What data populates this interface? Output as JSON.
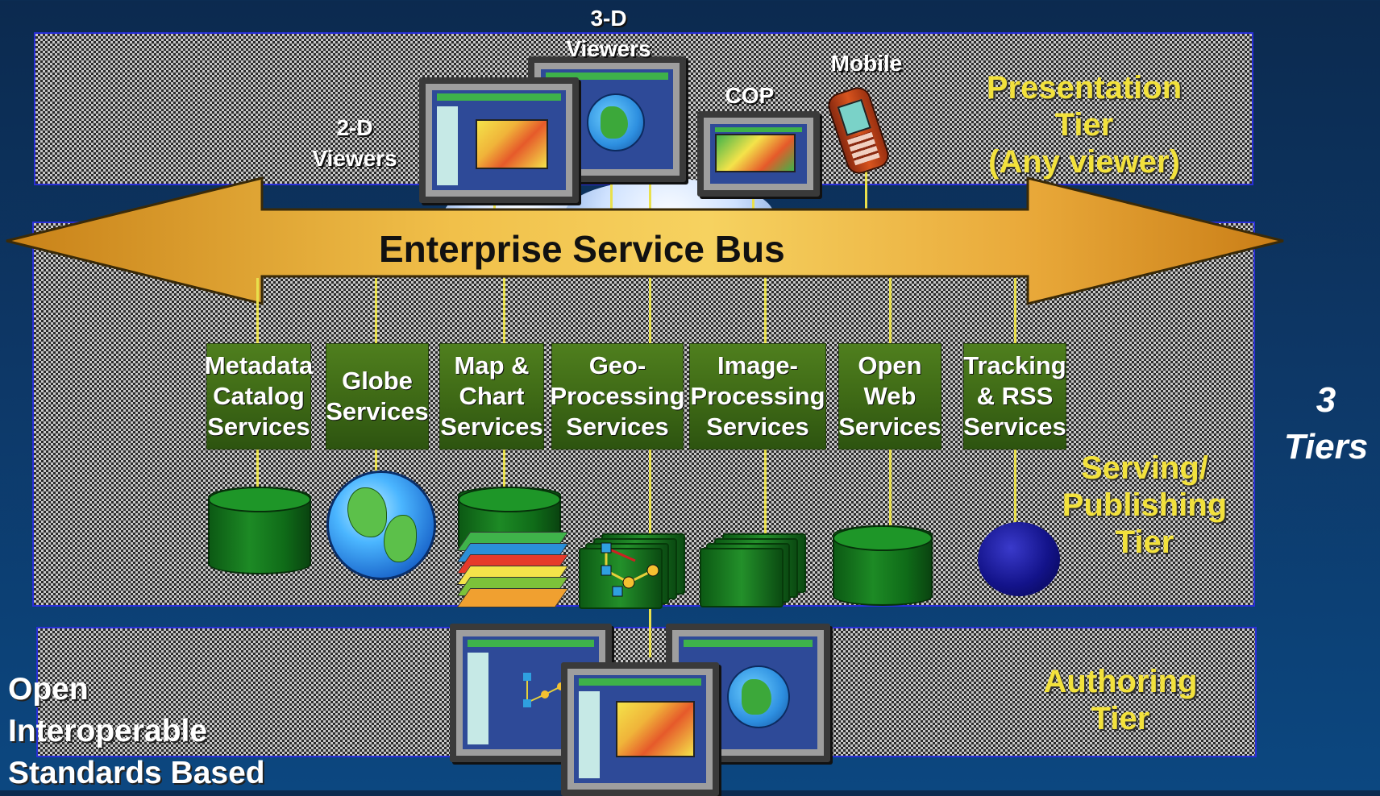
{
  "presentation": {
    "tier_label": "Presentation\nTier\n(Any viewer)",
    "viewers_3d": "3-D\nViewers",
    "viewers_2d": "2-D\nViewers",
    "cop": "COP",
    "mobile": "Mobile"
  },
  "bus": {
    "label": "Enterprise Service Bus"
  },
  "serving": {
    "tier_label": "Serving/\nPublishing\nTier",
    "services": [
      "Metadata\nCatalog\nServices",
      "Globe\nServices",
      "Map &\nChart\nServices",
      "Geo-\nProcessing\nServices",
      "Image-\nProcessing\nServices",
      "Open\nWeb\nServices",
      "Tracking\n& RSS\nServices"
    ]
  },
  "authoring": {
    "tier_label": "Authoring\nTier"
  },
  "side": {
    "three_tiers": "3\nTiers"
  },
  "footer": {
    "text": "Open\nInteroperable\nStandards Based"
  },
  "colors": {
    "tier_label": "#f2e13c",
    "bus": "#f0c040",
    "service_green": "#3f6a16",
    "tier_border": "#2a2fd8"
  }
}
